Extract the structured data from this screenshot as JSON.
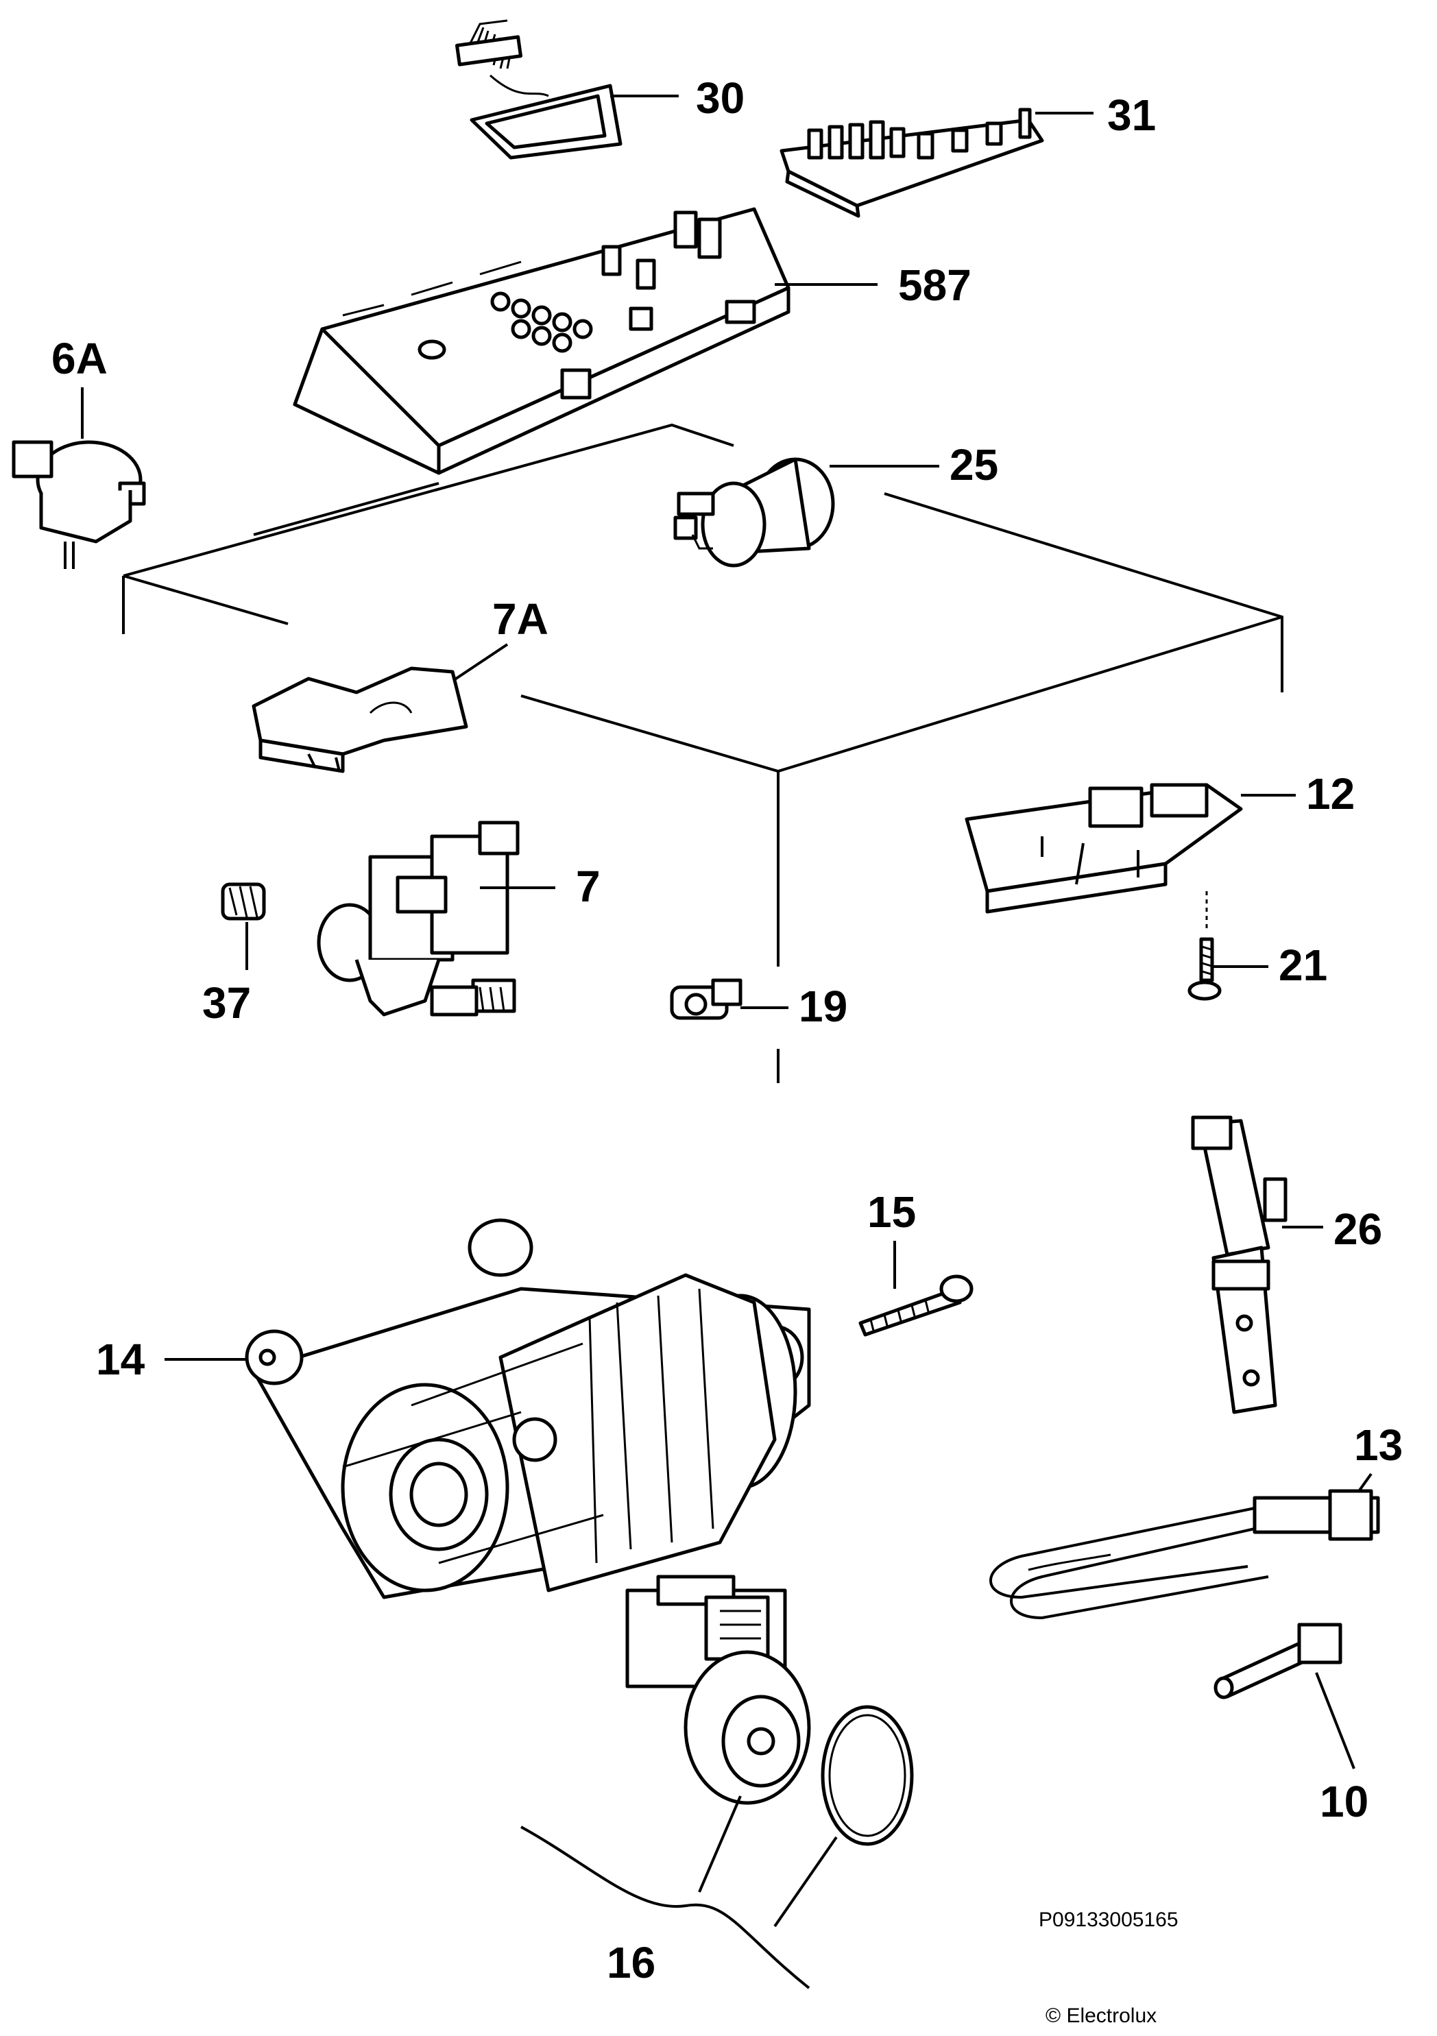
{
  "labels": {
    "p30": "30",
    "p31": "31",
    "p587": "587",
    "p6a": "6A",
    "p25": "25",
    "p7a": "7A",
    "p12": "12",
    "p7": "7",
    "p21": "21",
    "p37": "37",
    "p19": "19",
    "p15": "15",
    "p26": "26",
    "p14": "14",
    "p13": "13",
    "p10": "10",
    "p16": "16"
  },
  "footer": {
    "code": "P09133005165",
    "copyright": "© Electrolux"
  }
}
